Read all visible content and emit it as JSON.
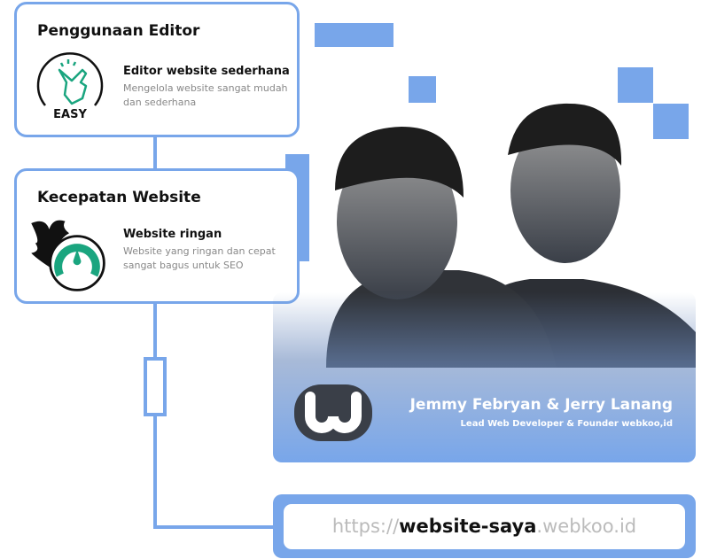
{
  "cards": [
    {
      "title": "Penggunaan Editor",
      "heading": "Editor website sederhana",
      "desc": "Mengelola website sangat mudah dan sederhana",
      "icon": "easy-hand-icon",
      "icon_label": "EASY"
    },
    {
      "title": "Kecepatan Website",
      "heading": "Website ringan",
      "desc": "Website yang ringan dan cepat sangat bagus untuk SEO",
      "icon": "speedometer-icon"
    }
  ],
  "profile": {
    "names": "Jemmy Febryan & Jerry Lanang",
    "role": "Lead Web Developer & Founder webkoo,id",
    "logo": "webkoo-w-logo"
  },
  "url": {
    "scheme": "https://",
    "subdomain": "website-saya",
    "domain": ".webkoo.id"
  },
  "colors": {
    "accent": "#78a6ea",
    "icon_green": "#1aa57f"
  }
}
